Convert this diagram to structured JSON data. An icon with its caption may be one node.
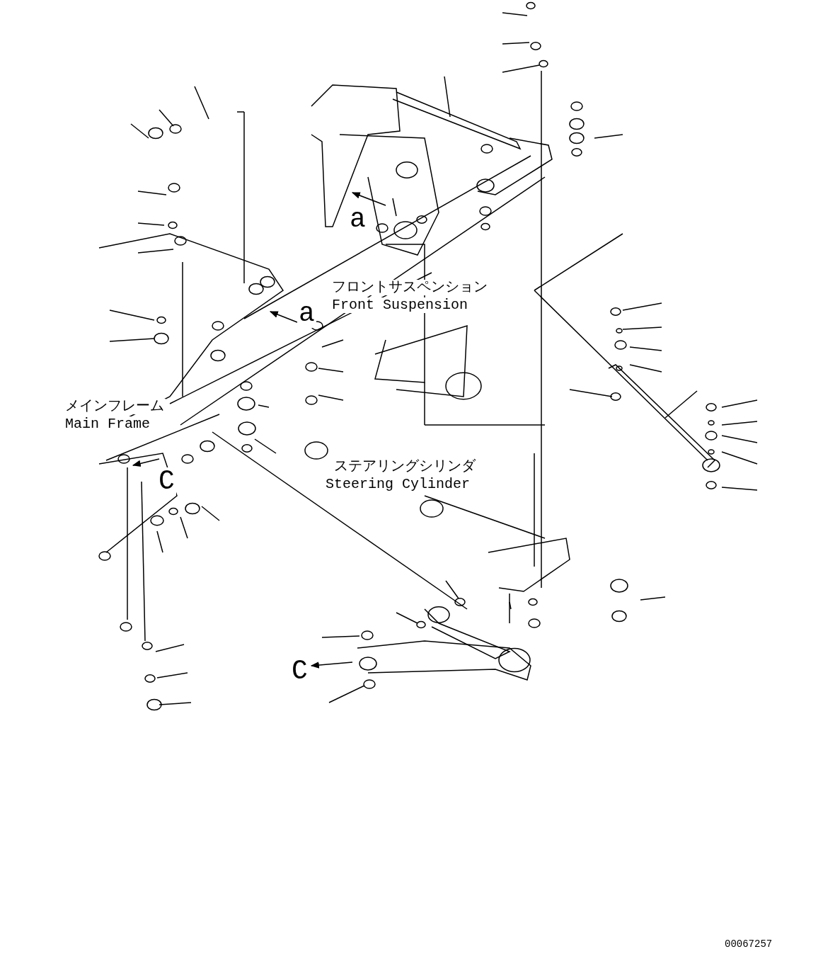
{
  "diagram": {
    "labels": [
      "a",
      "フロントサスペンション",
      "Front Suspension",
      "a",
      "メインフレーム",
      "Main Frame",
      "ステアリングシリンダ",
      "Steering Cylinder",
      "C",
      "C",
      "00067257"
    ]
  }
}
